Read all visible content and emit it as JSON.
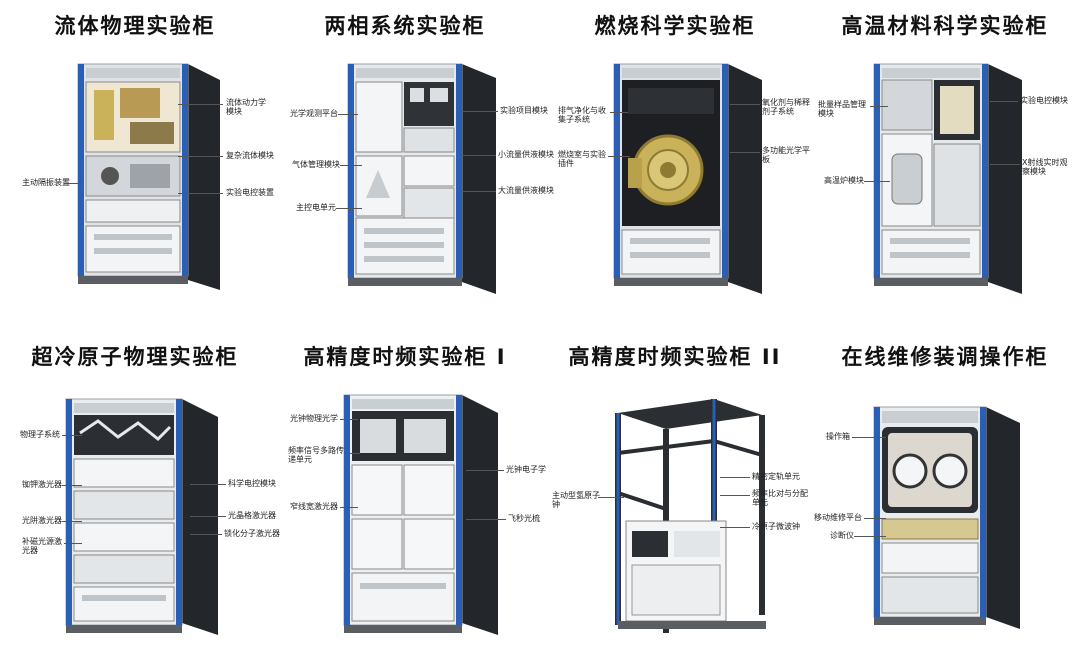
{
  "colors": {
    "frame_blue": "#2a5fb5",
    "frame_dark": "#23262b",
    "panel_white": "#e9ecef",
    "panel_grey": "#c9ced3",
    "gold": "#c9b25a"
  },
  "cabinets": [
    {
      "title": "流体物理实验柜",
      "callouts": [
        "流体动力学模块",
        "复杂流体模块",
        "实验电控装置",
        "主动隔振装置"
      ]
    },
    {
      "title": "两相系统实验柜",
      "callouts": [
        "光学观测平台",
        "实验项目模块",
        "小流量供液模块",
        "气体管理模块",
        "大流量供液模块",
        "主控电单元"
      ]
    },
    {
      "title": "燃烧科学实验柜",
      "callouts": [
        "排气净化与收集子系统",
        "氧化剂与稀释剂子系统",
        "多功能光学平板",
        "燃烧室与实验插件"
      ]
    },
    {
      "title": "高温材料科学实验柜",
      "callouts": [
        "批量样品管理模块",
        "实验电控模块",
        "X射线实时观察模块",
        "高温炉模块"
      ]
    },
    {
      "title": "超冷原子物理实验柜",
      "callouts": [
        "物理子系统",
        "铷钾激光器",
        "科学电控模块",
        "光阱激光器",
        "光晶格激光器",
        "补磁光源激光器",
        "锁化分子激光器"
      ]
    },
    {
      "title": "高精度时频实验柜 I",
      "callouts": [
        "光钟物理光学",
        "频率信号多路传递单元",
        "光钟电子学",
        "窄线宽激光器",
        "飞秒光梳"
      ]
    },
    {
      "title": "高精度时频实验柜 II",
      "callouts": [
        "精密定轨单元",
        "频率比对与分配单元",
        "主动型氢原子钟",
        "冷原子微波钟"
      ]
    },
    {
      "title": "在线维修装调操作柜",
      "callouts": [
        "操作箱",
        "移动维修平台",
        "诊断仪"
      ]
    }
  ]
}
